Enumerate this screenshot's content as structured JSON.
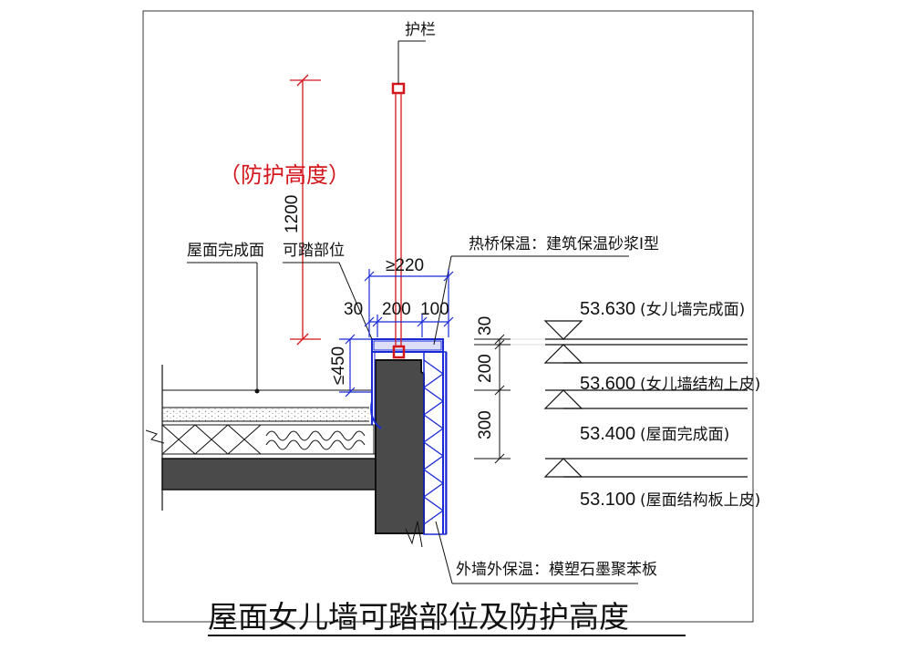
{
  "labels": {
    "guardrail": "护栏",
    "protection_height": "（防护高度）",
    "roof_finish": "屋面完成面",
    "walkable": "可踏部位",
    "thermal_bridge": "热桥保温：建筑保温砂浆Ⅰ型",
    "exterior_insulation": "外墙外保温：模塑石墨聚苯板"
  },
  "dimensions": {
    "guard_height": "1200",
    "width_min": "≥220",
    "w30": "30",
    "w200": "200",
    "w100": "100",
    "h450": "≤450",
    "v30": "30",
    "v200": "200",
    "v300": "300"
  },
  "elevations": [
    {
      "value": "53.630",
      "desc": "(女儿墙完成面)"
    },
    {
      "value": "53.600",
      "desc": "(女儿墙结构上皮)"
    },
    {
      "value": "53.400",
      "desc": "(屋面完成面)"
    },
    {
      "value": "53.100",
      "desc": "(屋面结构板上皮)"
    }
  ],
  "title": "屋面女儿墙可踏部位及防护高度",
  "colors": {
    "red": "#d4161c",
    "blue": "#1a2bd6",
    "concrete": "#4a4a4a",
    "line": "#111111"
  }
}
